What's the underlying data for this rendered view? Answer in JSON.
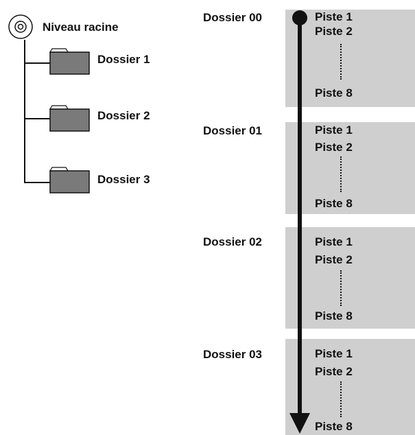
{
  "tree": {
    "root_label": "Niveau racine",
    "folders": [
      "Dossier 1",
      "Dossier 2",
      "Dossier 3"
    ]
  },
  "playlist": {
    "groups": [
      {
        "label": "Dossier 00",
        "first": "Piste 1",
        "second": "Piste 2",
        "last": "Piste 8"
      },
      {
        "label": "Dossier 01",
        "first": "Piste 1",
        "second": "Piste 2",
        "last": "Piste 8"
      },
      {
        "label": "Dossier 02",
        "first": "Piste 1",
        "second": "Piste 2",
        "last": "Piste 8"
      },
      {
        "label": "Dossier 03",
        "first": "Piste 1",
        "second": "Piste 2",
        "last": "Piste 8"
      }
    ]
  },
  "colors": {
    "box": "#cfcfcf",
    "folder": "#7a7a7a",
    "ink": "#111111"
  }
}
